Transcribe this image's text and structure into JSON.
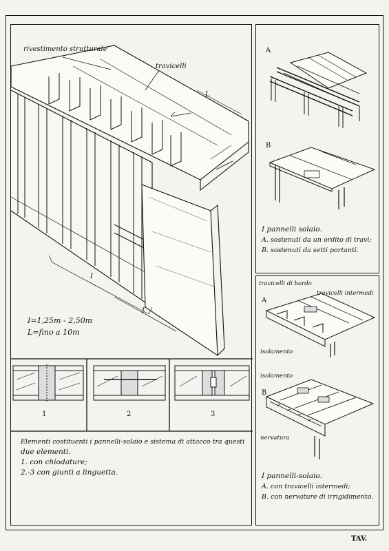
{
  "main": {
    "label_cladding": "rivestimento strutturale",
    "label_joists": "travicelli",
    "label_L": "L",
    "label_I_left": "I",
    "label_I_bottom": "I",
    "dim_I": "I=1,25m - 2,50m",
    "dim_L": "L=fino a 10m"
  },
  "joints": {
    "numbers": [
      "1",
      "2",
      "3"
    ],
    "caption_lines": [
      "Elementi costituenti i pannelli-solaio e sistema di attacco tra questi",
      "due elementi.",
      "1. con chiodature;",
      "2.-3 con giunti a linguetta."
    ]
  },
  "panels_top": {
    "label_A": "A",
    "label_B": "B",
    "caption_lines": [
      "I pannelli solaio.",
      "A. sostenuti da un ordito di travi;",
      "B. sostenuti da setti portanti."
    ]
  },
  "panels_bottom": {
    "label_edge_joists": "travicelli di bordo",
    "label_mid_joists": "travicelli intermedi",
    "label_A": "A",
    "label_insulation_A": "isolamento",
    "label_insulation_B": "isolamento",
    "label_B": "B",
    "label_ribs": "nervatura",
    "caption_lines": [
      "I pannelli-solaio.",
      "A. con travicelli intermedi;",
      "B. con nervature di irrigidimento."
    ]
  },
  "footer": {
    "tav": "TAV."
  }
}
